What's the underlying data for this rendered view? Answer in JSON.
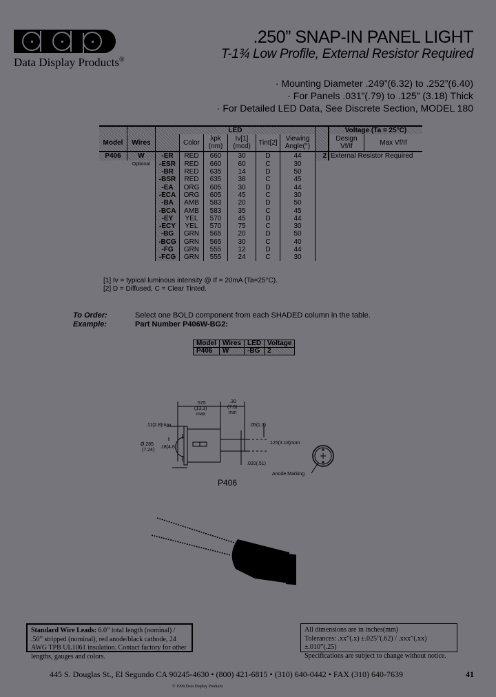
{
  "header": {
    "logo_letters": [
      "d",
      "d",
      "p"
    ],
    "brand": "Data Display Products",
    "brand_mark": "®",
    "title": ".250” SNAP-IN PANEL LIGHT",
    "subtitle": "T-1¾ Low Profile, External Resistor Required"
  },
  "features": [
    "· Mounting Diameter .249”(6.32) to .252”(6.40)",
    "· For Panels .031”(.79) to .125” (3.18) Thick",
    "· For Detailed LED Data, See Discrete Section, MODEL 180"
  ],
  "table": {
    "headers": {
      "model": "Model",
      "wires": "Wires",
      "led": "LED",
      "color": "Color",
      "lambda": "λpk (nm)",
      "iv": "Iv[1] (mcd)",
      "tint": "Tint[2]",
      "angle": "Viewing Angle(°)",
      "voltage": "Voltage (Ta = 25°C)",
      "design": "Design Vf/If",
      "max": "Max Vf/If"
    },
    "model_value": "P406",
    "wires_value": "W",
    "wires_note": "Optional",
    "voltage_code": "2",
    "voltage_text": "External Resistor Required",
    "rows": [
      {
        "led": "-ER",
        "color": "RED",
        "lambda": "660",
        "iv": "30",
        "tint": "D",
        "angle": "44"
      },
      {
        "led": "-ESR",
        "color": "RED",
        "lambda": "660",
        "iv": "60",
        "tint": "C",
        "angle": "30"
      },
      {
        "led": "-BR",
        "color": "RED",
        "lambda": "635",
        "iv": "14",
        "tint": "D",
        "angle": "50"
      },
      {
        "led": "-BSR",
        "color": "RED",
        "lambda": "635",
        "iv": "38",
        "tint": "C",
        "angle": "45"
      },
      {
        "led": "-EA",
        "color": "ORG",
        "lambda": "605",
        "iv": "30",
        "tint": "D",
        "angle": "44"
      },
      {
        "led": "-ECA",
        "color": "ORG",
        "lambda": "605",
        "iv": "45",
        "tint": "C",
        "angle": "30"
      },
      {
        "led": "-BA",
        "color": "AMB",
        "lambda": "583",
        "iv": "20",
        "tint": "D",
        "angle": "50"
      },
      {
        "led": "-BCA",
        "color": "AMB",
        "lambda": "583",
        "iv": "35",
        "tint": "C",
        "angle": "45"
      },
      {
        "led": "-EY",
        "color": "YEL",
        "lambda": "570",
        "iv": "45",
        "tint": "D",
        "angle": "44"
      },
      {
        "led": "-ECY",
        "color": "YEL",
        "lambda": "570",
        "iv": "75",
        "tint": "C",
        "angle": "30"
      },
      {
        "led": "-BG",
        "color": "GRN",
        "lambda": "565",
        "iv": "20",
        "tint": "D",
        "angle": "50"
      },
      {
        "led": "-BCG",
        "color": "GRN",
        "lambda": "565",
        "iv": "30",
        "tint": "C",
        "angle": "40"
      },
      {
        "led": "-FG",
        "color": "GRN",
        "lambda": "555",
        "iv": "12",
        "tint": "D",
        "angle": "44"
      },
      {
        "led": "-FCG",
        "color": "GRN",
        "lambda": "555",
        "iv": "24",
        "tint": "C",
        "angle": "30"
      }
    ]
  },
  "notes": [
    "[1] Iv = typical luminous intensity @ If = 20mA (Ta=25°C).",
    "[2] D = Diffused, C = Clear Tinted."
  ],
  "order": {
    "to_order_label": "To Order:",
    "to_order_text": "Select one BOLD component from each SHADED column in the table.",
    "example_label": "Example:",
    "example_text": "Part Number P406W-BG2:",
    "example_table": {
      "headers": [
        "Model",
        "Wires",
        "LED",
        "Voltage"
      ],
      "values": [
        "P406",
        "W",
        "-BG",
        "2"
      ]
    }
  },
  "diagram": {
    "label": "P406",
    "dims": {
      "body_len": ".575 (13.3) max",
      "lead_len": ".30 (7.6) min",
      "flange": ".11(2.8)max",
      "lead_offset": ".05(1.3)",
      "diameter": "Ø.285 (7.24)",
      "lens": ".18(4.6)",
      "spacing": ".125(3.18)nom",
      "lead_dia": ".020(.51)",
      "anode": "Anode Marking"
    }
  },
  "info_boxes": {
    "wire_leads_label": "Standard Wire Leads:",
    "wire_leads_text": " 6.0” total length (nominal) / .50” stripped (nominal), red anode/black cathode, 24 AWG TPB UL1061 insulation.  Contact factory for other lengths, gauges and colors.",
    "dims_lines": [
      "All dimensions are in inches(mm)",
      "Tolerances: .xx”(.x) ±.025”(.62) / .xxx”(.xx)±.010”(.25)",
      "Specifications are subject to change without notice."
    ]
  },
  "footer": {
    "address": "445 S. Douglas St., El Segundo CA 90245-4630 • (800) 421-6815 • (310) 640-0442 • FAX (310) 640-7639",
    "page_number": "41",
    "copyright": "© 1998 Data Display Products"
  }
}
